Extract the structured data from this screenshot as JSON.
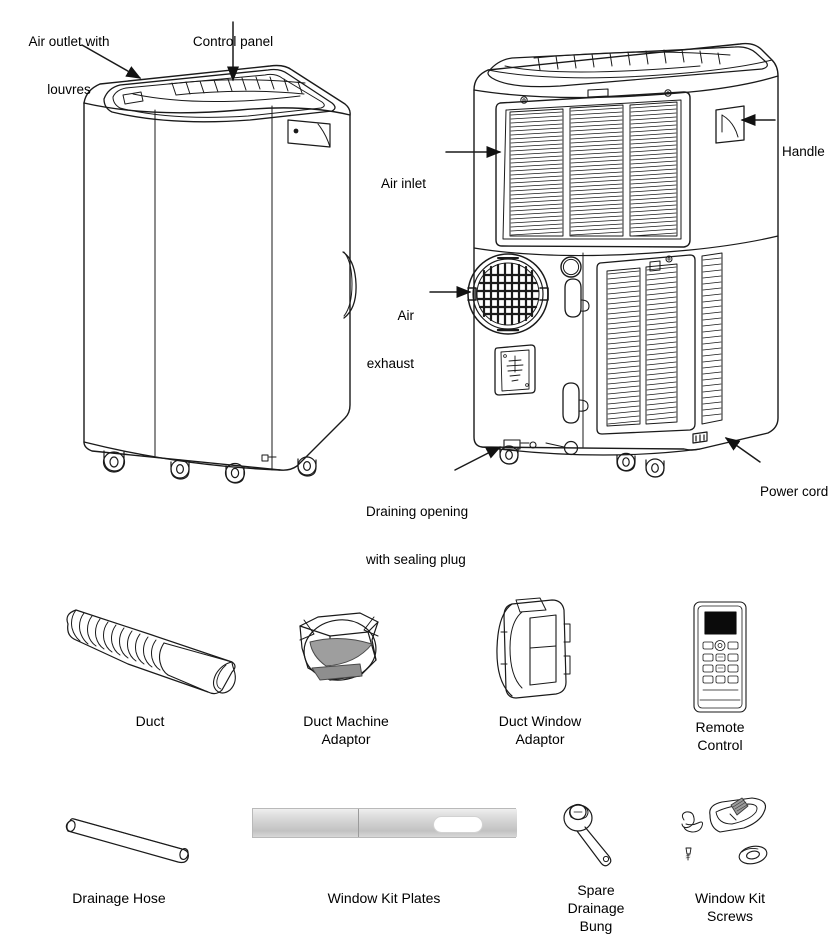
{
  "document": {
    "kind": "appliance-parts-diagram",
    "subject": "Portable air conditioner",
    "background_color": "#ffffff",
    "line_color": "#1a1a1a"
  },
  "unit_diagram": {
    "views": [
      {
        "name": "front-view",
        "description": "Portable air conditioner seen from the front-left"
      },
      {
        "name": "rear-view",
        "description": "Portable air conditioner seen from the rear-right"
      }
    ],
    "callouts": [
      {
        "id": "air-outlet-with-louvres",
        "label": "Air outlet with\nlouvres",
        "line1": "Air outlet with",
        "line2": "louvres",
        "leader": "line",
        "align": "center"
      },
      {
        "id": "control-panel",
        "label": "Control panel",
        "leader": "arrow-down",
        "align": "center"
      },
      {
        "id": "air-inlet",
        "label": "Air inlet",
        "leader": "arrow-right",
        "align": "right"
      },
      {
        "id": "handle",
        "label": "Handle",
        "leader": "arrow-left",
        "align": "left"
      },
      {
        "id": "air-exhaust",
        "label": "Air\nexhaust",
        "line1": "Air",
        "line2": "exhaust",
        "leader": "arrow-right",
        "align": "right"
      },
      {
        "id": "draining-opening-with-sealing-plug",
        "label": "Draining opening\nwith sealing plug",
        "line1": "Draining opening",
        "line2": "with sealing plug",
        "leader": "arrow-up-right",
        "align": "left"
      },
      {
        "id": "power-cord",
        "label": "Power cord",
        "leader": "arrow-up-left",
        "align": "left"
      }
    ]
  },
  "accessories": {
    "rows": [
      {
        "row": 1,
        "items": [
          {
            "id": "duct",
            "caption": "Duct",
            "icon": "flexible-duct-hose-icon"
          },
          {
            "id": "duct-machine-adaptor",
            "caption": "Duct Machine\nAdaptor",
            "icon": "duct-machine-adaptor-icon"
          },
          {
            "id": "duct-window-adaptor",
            "caption": "Duct Window\nAdaptor",
            "icon": "duct-window-adaptor-icon"
          },
          {
            "id": "remote-control",
            "caption": "Remote\nControl",
            "icon": "remote-control-icon"
          }
        ]
      },
      {
        "row": 2,
        "items": [
          {
            "id": "drainage-hose",
            "caption": "Drainage Hose",
            "icon": "drainage-hose-icon"
          },
          {
            "id": "window-kit-plates",
            "caption": "Window Kit Plates",
            "icon": "window-kit-plates-icon"
          },
          {
            "id": "spare-drainage-bung",
            "caption": "Spare\nDrainage\nBung",
            "icon": "spare-drainage-bung-icon"
          },
          {
            "id": "window-kit-screws",
            "caption": "Window Kit\nScrews",
            "icon": "window-kit-screws-icon"
          }
        ]
      }
    ]
  },
  "colors": {
    "line": "#1a1a1a",
    "plate_light": "#efefef",
    "plate_mid": "#cfcfcf",
    "plate_dark": "#c2c2c2",
    "plate_border": "#9b9b9b",
    "remote_screen": "#000000"
  }
}
